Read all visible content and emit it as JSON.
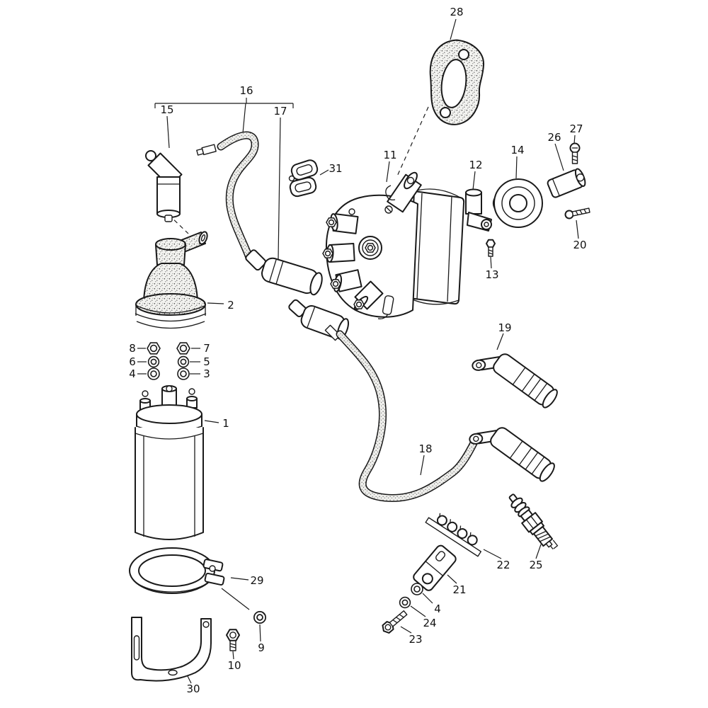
{
  "page": {
    "background_color": "#ffffff",
    "line_color": "#1a1a1a"
  },
  "diagram": {
    "type": "exploded-parts-diagram",
    "labels": {
      "n28": "28",
      "n16": "16",
      "n15": "15",
      "n17": "17",
      "n31": "31",
      "n11": "11",
      "n12": "12",
      "n14": "14",
      "n26": "26",
      "n27": "27",
      "n20": "20",
      "n13": "13",
      "n2": "2",
      "n8": "8",
      "n6": "6",
      "n4a": "4",
      "n7": "7",
      "n5": "5",
      "n3": "3",
      "n1": "1",
      "n19": "19",
      "n18": "18",
      "n29": "29",
      "n22": "22",
      "n25": "25",
      "n21": "21",
      "n4b": "4",
      "n24": "24",
      "n23": "23",
      "n9": "9",
      "n10": "10",
      "n30": "30"
    }
  }
}
